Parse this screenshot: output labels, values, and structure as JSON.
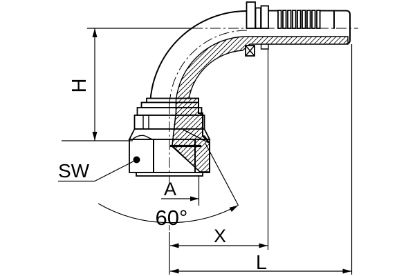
{
  "drawing": {
    "title": "90 degree elbow hose fitting, dimensioned half-section drawing",
    "labels": {
      "h": "H",
      "sw": "SW",
      "a": "A",
      "angle": "60°",
      "x": "X",
      "l": "L"
    },
    "colors": {
      "line": "#000000",
      "background": "#ffffff"
    }
  }
}
